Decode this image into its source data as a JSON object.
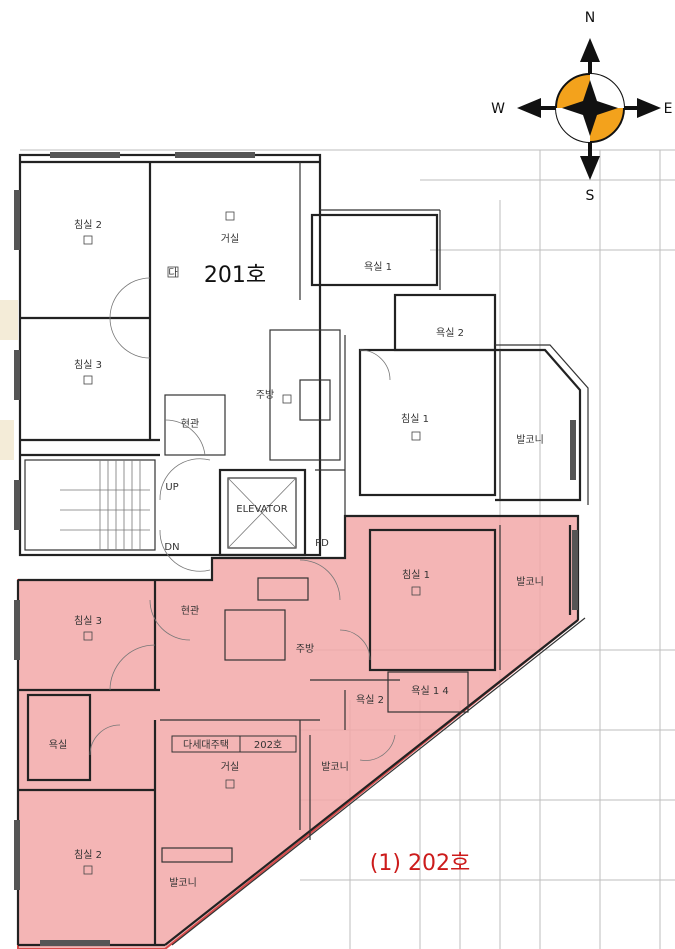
{
  "compass": {
    "north": "N",
    "south": "S",
    "east": "E",
    "west": "W",
    "accent_color": "#f3a21c"
  },
  "highlight_color": "#f2a8a8",
  "unit_201": {
    "label": "201호",
    "rooms": {
      "bedroom2": "침실 2",
      "livingroom": "거실",
      "bathroom1": "욕실 1",
      "bathroom2": "욕실 2",
      "bedroom3": "침실 3",
      "kitchen": "주방",
      "entrance": "현관",
      "bedroom1": "침실 1",
      "balcony": "발코니",
      "dining": "다"
    }
  },
  "core": {
    "elevator": "ELEVATOR",
    "up": "UP",
    "down": "DN",
    "pd": "PD"
  },
  "unit_202": {
    "label": "(1) 202호",
    "tag_type": "다세대주택",
    "tag_unit": "202호",
    "rooms": {
      "bedroom1": "침실 1",
      "balcony1": "발코니",
      "bedroom3": "침실 3",
      "entrance": "현관",
      "kitchen": "주방",
      "bathroom2": "욕실 2",
      "bathroom_main": "욕실 1 4",
      "livingroom": "거실",
      "bathroom": "욕실",
      "balcony2": "발코니",
      "bedroom2": "침실 2",
      "balcony3": "발코니"
    }
  }
}
